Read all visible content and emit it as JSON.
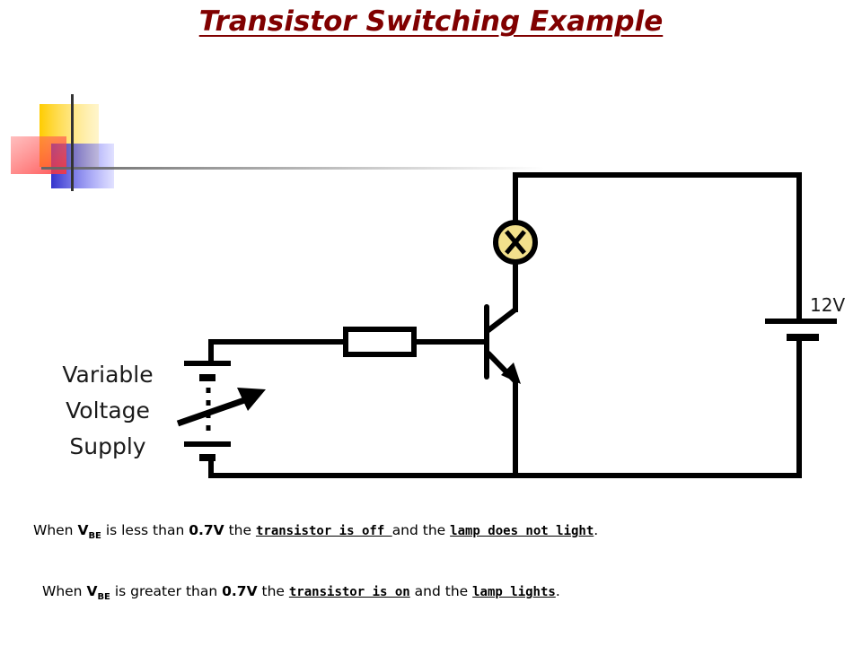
{
  "title": "Transistor Switching Example",
  "circuit": {
    "supply_label": [
      "Variable",
      "Voltage",
      "Supply"
    ],
    "battery_voltage": "12V",
    "lamp_symbol": "X"
  },
  "notes": [
    {
      "prefix": "When ",
      "v": "V",
      "sub": "BE",
      "mid1": " is less than ",
      "value": "0.7V",
      "mid2": " the ",
      "state": "transistor is off ",
      "mid3": "and the ",
      "result": "lamp does not light",
      "end": "."
    },
    {
      "prefix": "When ",
      "v": "V",
      "sub": "BE",
      "mid1": " is greater than ",
      "value": "0.7V",
      "mid2": " the ",
      "state": "transistor is on",
      "mid3": " and the ",
      "result": "lamp lights",
      "end": "."
    }
  ],
  "colors": {
    "title": "#800000",
    "wire": "#000000",
    "lamp_fill": "#f2e08c"
  }
}
